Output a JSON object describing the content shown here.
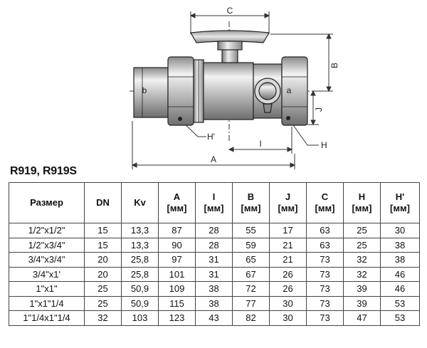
{
  "diagram": {
    "labels": {
      "C": "C",
      "B": "B",
      "b": "b",
      "a": "a",
      "J": "J",
      "H_prime": "H'",
      "H": "H",
      "I": "I",
      "A": "A"
    }
  },
  "heading": "R919, R919S",
  "table": {
    "headers": [
      {
        "symbol": "Размер",
        "unit": ""
      },
      {
        "symbol": "DN",
        "unit": ""
      },
      {
        "symbol": "Kv",
        "unit": ""
      },
      {
        "symbol": "A",
        "unit": "[мм]"
      },
      {
        "symbol": "I",
        "unit": "[мм]"
      },
      {
        "symbol": "B",
        "unit": "[мм]"
      },
      {
        "symbol": "J",
        "unit": "[мм]"
      },
      {
        "symbol": "C",
        "unit": "[мм]"
      },
      {
        "symbol": "H",
        "unit": "[мм]"
      },
      {
        "symbol": "H'",
        "unit": "[мм]"
      }
    ],
    "rows": [
      [
        "1/2\"x1/2\"",
        "15",
        "13,3",
        "87",
        "28",
        "55",
        "17",
        "63",
        "25",
        "30"
      ],
      [
        "1/2\"x3/4\"",
        "15",
        "13,3",
        "90",
        "28",
        "59",
        "21",
        "63",
        "25",
        "38"
      ],
      [
        "3/4\"x3/4\"",
        "20",
        "25,8",
        "97",
        "31",
        "65",
        "21",
        "73",
        "32",
        "38"
      ],
      [
        "3/4\"x1'",
        "20",
        "25,8",
        "101",
        "31",
        "67",
        "26",
        "73",
        "32",
        "46"
      ],
      [
        "1\"x1\"",
        "25",
        "50,9",
        "109",
        "38",
        "72",
        "26",
        "73",
        "39",
        "46"
      ],
      [
        "1\"x1\"1/4",
        "25",
        "50,9",
        "115",
        "38",
        "77",
        "30",
        "73",
        "39",
        "53"
      ],
      [
        "1\"1/4x1\"1/4",
        "32",
        "103",
        "123",
        "43",
        "82",
        "30",
        "73",
        "47",
        "53"
      ]
    ]
  }
}
